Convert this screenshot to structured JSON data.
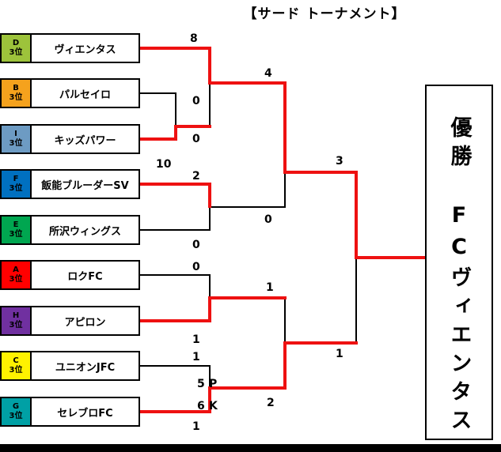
{
  "title": "【サード トーナメント】",
  "teams": [
    {
      "group": "D",
      "rank": "3位",
      "name": "ヴィエンタス",
      "color": "#9DC33B"
    },
    {
      "group": "B",
      "rank": "3位",
      "name": "パルセイロ",
      "color": "#F5A21D"
    },
    {
      "group": "I",
      "rank": "3位",
      "name": "キッズパワー",
      "color": "#6D9BC3"
    },
    {
      "group": "F",
      "rank": "3位",
      "name": "飯能ブルーダーSV",
      "color": "#0070C0"
    },
    {
      "group": "E",
      "rank": "3位",
      "name": "所沢ウィングス",
      "color": "#00A650"
    },
    {
      "group": "A",
      "rank": "3位",
      "name": "ロクFC",
      "color": "#FF0000"
    },
    {
      "group": "H",
      "rank": "3位",
      "name": "アピロン",
      "color": "#7030A0"
    },
    {
      "group": "C",
      "rank": "3位",
      "name": "ユニオンJFC",
      "color": "#FFF200"
    },
    {
      "group": "G",
      "rank": "3位",
      "name": "セレブロFC",
      "color": "#00A0A5"
    }
  ],
  "scores": {
    "m2_vientas": "8",
    "m1_parceiro": "0",
    "m2_kids": "0",
    "m1_kids": "10",
    "sf1_vientas": "4",
    "m3_hanno": "2",
    "m3_tokorozawa": "0",
    "sf1_hanno": "0",
    "final_vientas": "3",
    "m5_roku": "0",
    "m5_apiron": "1",
    "sf2_apiron": "1",
    "m6_union": "1",
    "pk_union": "5",
    "pk_letter_p": "P",
    "pk_cerebro": "6",
    "pk_letter_k": "K",
    "m6_cerebro": "1",
    "sf2_cerebro": "2",
    "final_cerebro": "1"
  },
  "champion": {
    "label": "優勝",
    "name": "FCヴィエンタス"
  },
  "colors": {
    "winner_path": "#EE1111",
    "bracket_line": "#000000"
  }
}
